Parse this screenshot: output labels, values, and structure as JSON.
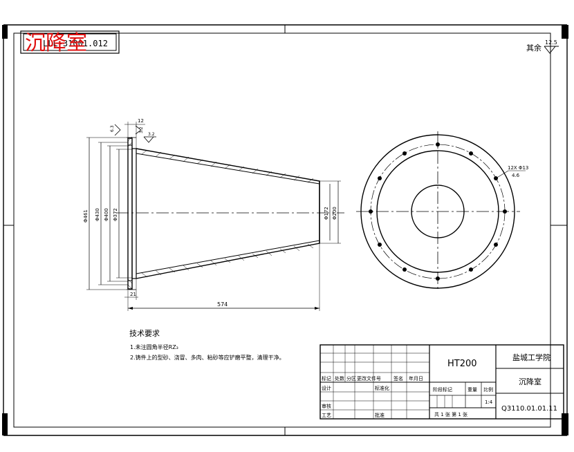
{
  "drawing": {
    "stamp_overlay": "沉降室",
    "stamp_underlay": "LLL-31001.012",
    "surface_note": {
      "label": "其余",
      "value": "12.5"
    },
    "technical_requirements": {
      "title": "技术要求",
      "items": [
        "1.未注圆角半径RZ₃",
        "2.铸件上的型砂、浇冒、多肉、粘砂等应铲磨平整，清理干净。"
      ]
    },
    "dimensions": {
      "overall_dia": "Φ461",
      "dia_430": "Φ430",
      "dia_400": "Φ400",
      "dia_372": "Φ372",
      "dia_172": "Φ172",
      "dia_200": "Φ200",
      "length": "574",
      "flange_thk": "12",
      "flange_base": "21",
      "rough_63": "6.3",
      "rough_32a": "3.2",
      "rough_32b": "3.2",
      "holes": "12X Φ13",
      "holes_depth": "4.6"
    },
    "title_block": {
      "material": "HT200",
      "institution": "盐城工学院",
      "part_name": "沉降室",
      "drawing_no": "Q3110.01.01.11",
      "scale": "1:4",
      "sheet": "共 1 张  第 1 张",
      "headers": [
        "标记",
        "处数",
        "分区",
        "更改文件号",
        "签名",
        "年月日"
      ],
      "row_design": "设计",
      "row_standard": "标准化",
      "row_stage": "阶段标记",
      "row_weight": "重量",
      "row_ratio": "比例",
      "row_review": "审核",
      "row_process": "工艺",
      "row_approve": "批准"
    }
  }
}
